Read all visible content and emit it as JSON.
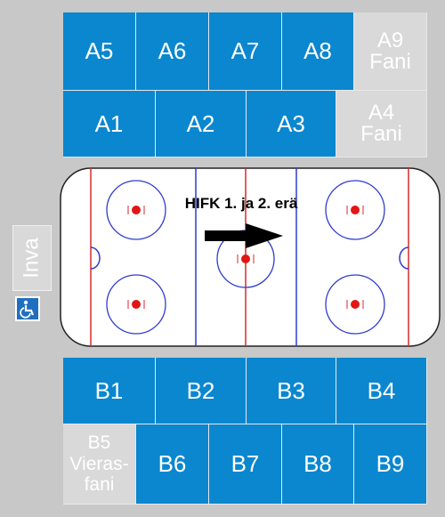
{
  "rink_label": "HIFK 1. ja 2. erä",
  "inva_label": "Inva",
  "wheelchair_icon": "wheelchair-icon",
  "colors": {
    "section": "#0a87cf",
    "fan_section": "#d9d9d9",
    "background": "#c8c8c8",
    "red_line": "#d62b2b",
    "blue_line": "#2f3ccf"
  },
  "sections": {
    "A5": "A5",
    "A6": "A6",
    "A7": "A7",
    "A8": "A8",
    "A9": "A9\nFani",
    "A1": "A1",
    "A2": "A2",
    "A3": "A3",
    "A4": "A4\nFani",
    "B1": "B1",
    "B2": "B2",
    "B3": "B3",
    "B4": "B4",
    "B5": "B5\nVieras-\nfani",
    "B6": "B6",
    "B7": "B7",
    "B8": "B8",
    "B9": "B9"
  }
}
